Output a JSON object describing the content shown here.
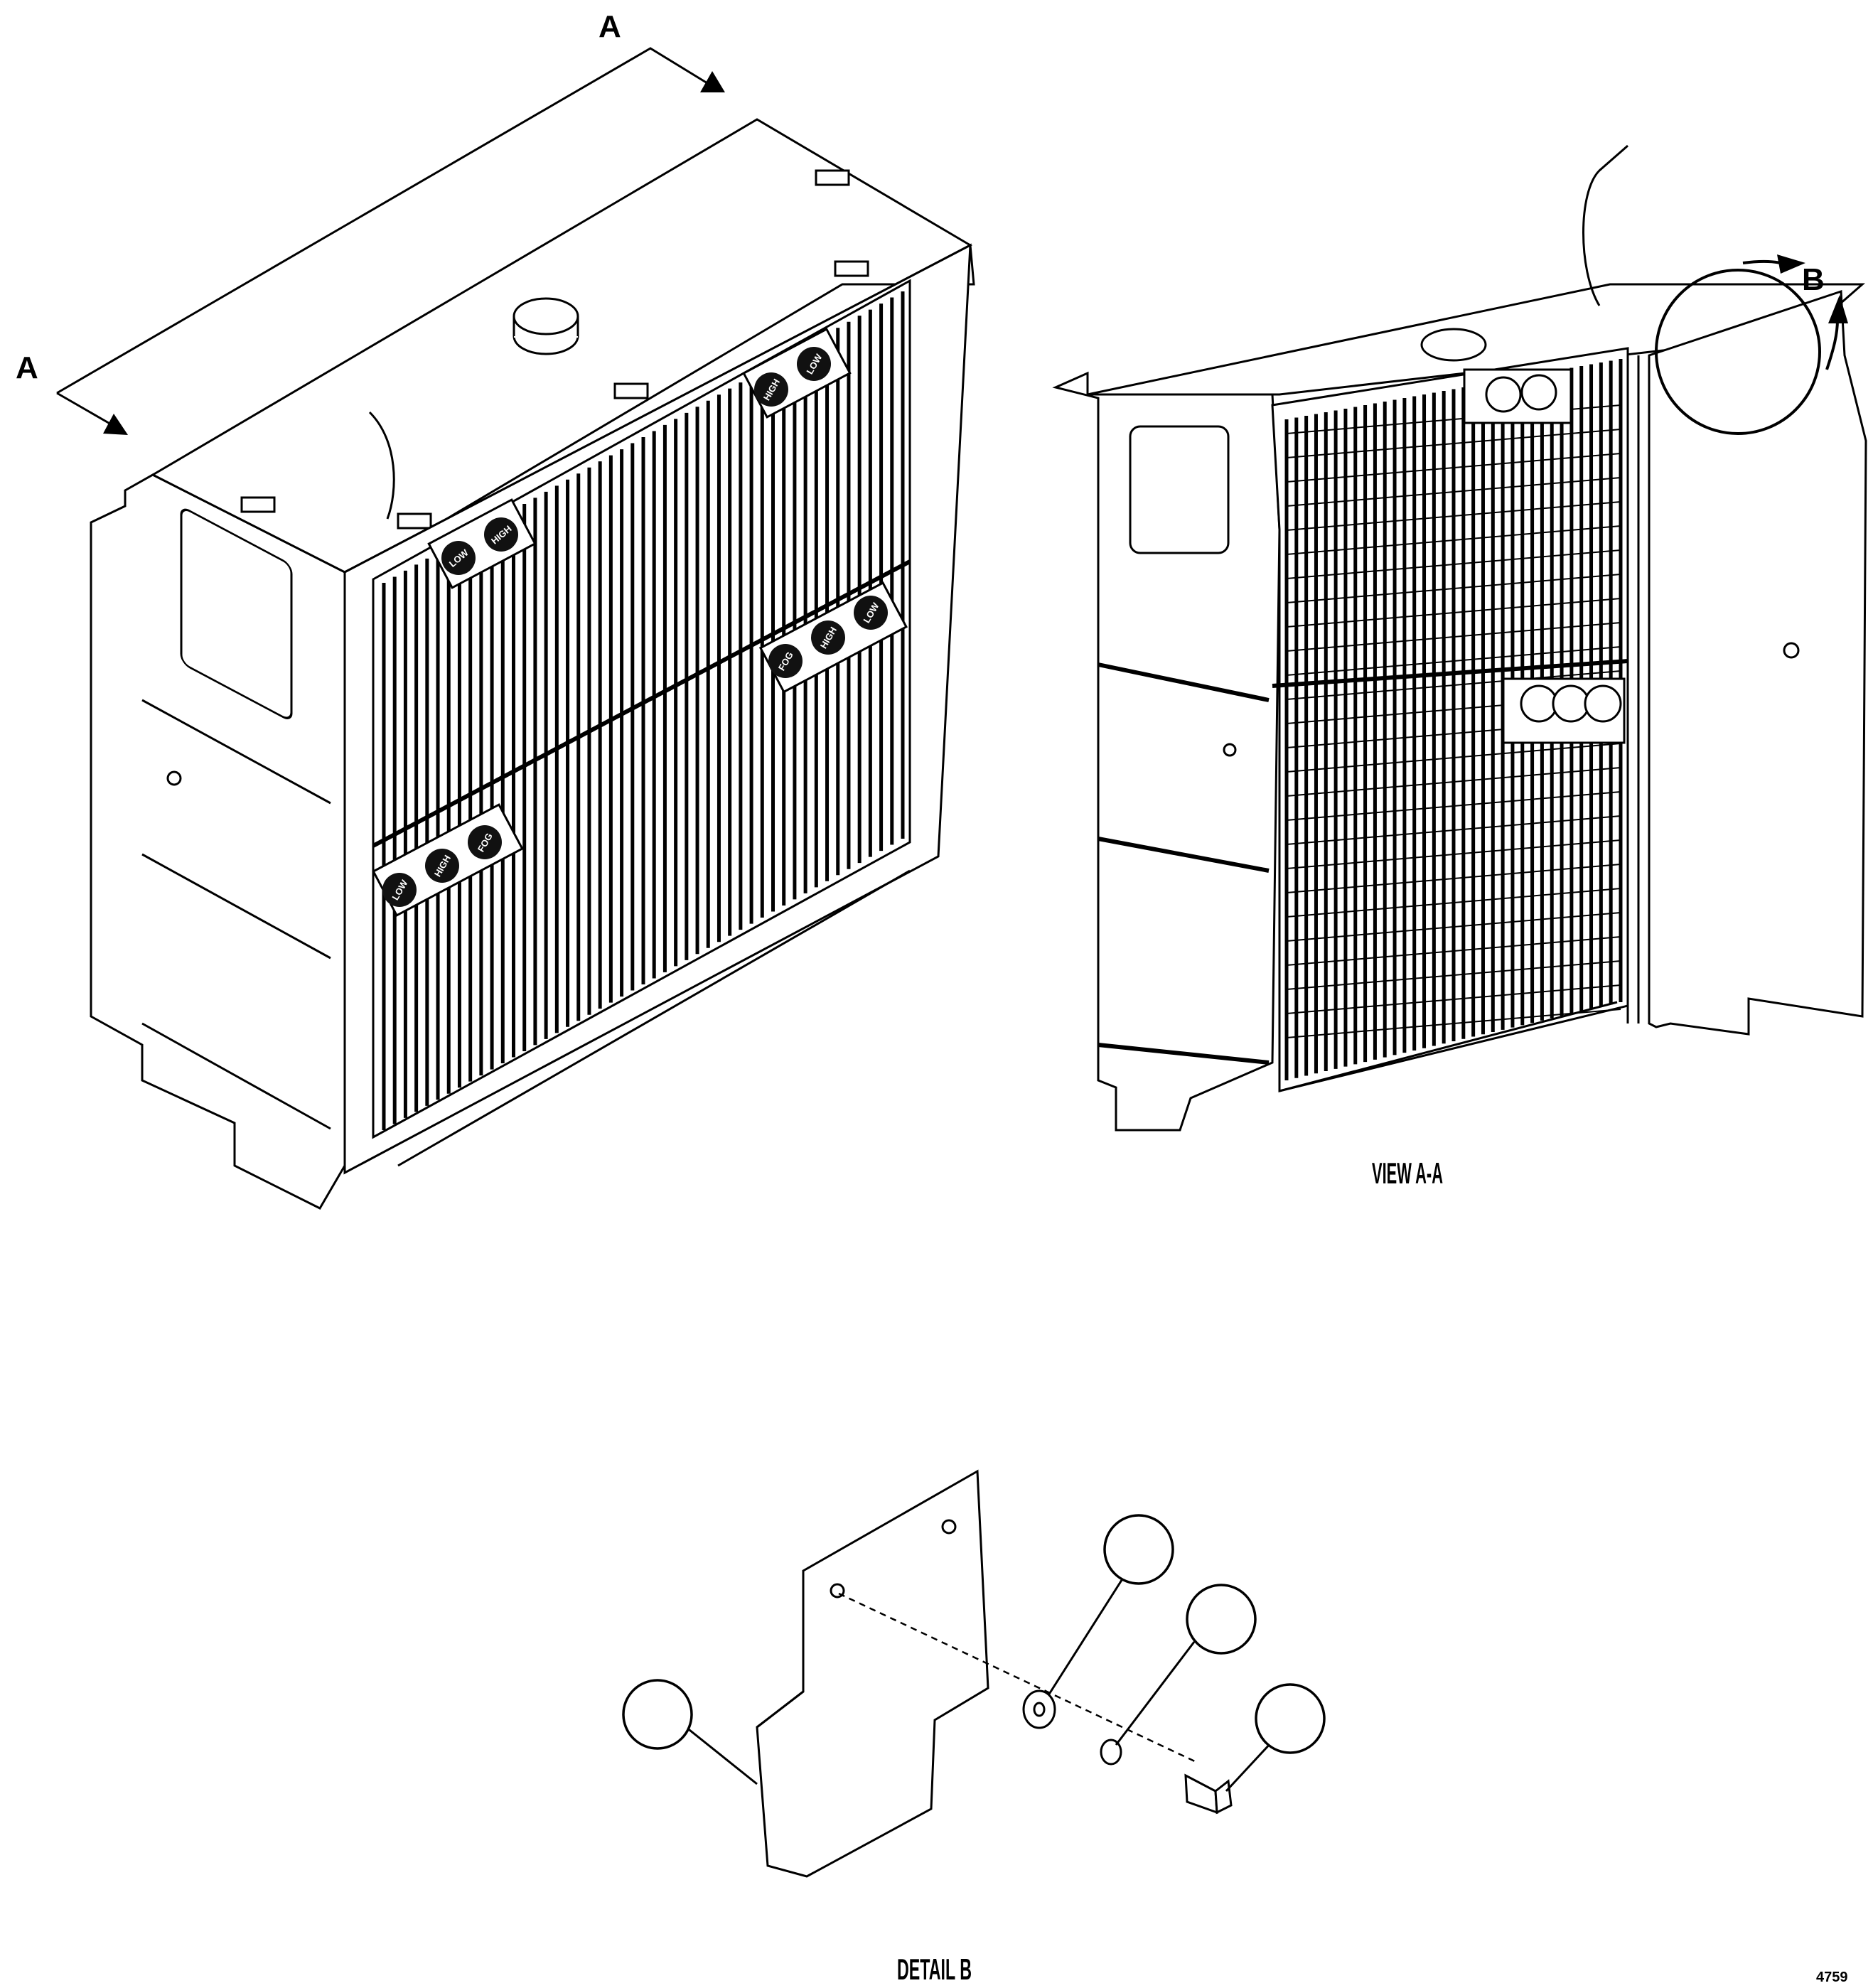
{
  "labels": {
    "section_arrow_top": "A",
    "section_arrow_left": "A",
    "detail_marker": "B",
    "view_caption": "VIEW A-A",
    "detail_caption": "DETAIL B",
    "sheet_number": "4759"
  },
  "lamp_badges": {
    "upper_left": [
      "LOW",
      "HIGH"
    ],
    "upper_right": [
      "HIGH",
      "LOW"
    ],
    "lower_right": [
      "FOG",
      "HIGH",
      "LOW"
    ],
    "lower_left": [
      "LOW",
      "HIGH",
      "FOG"
    ]
  },
  "detail_b_balloons": [
    "",
    "",
    "",
    ""
  ]
}
